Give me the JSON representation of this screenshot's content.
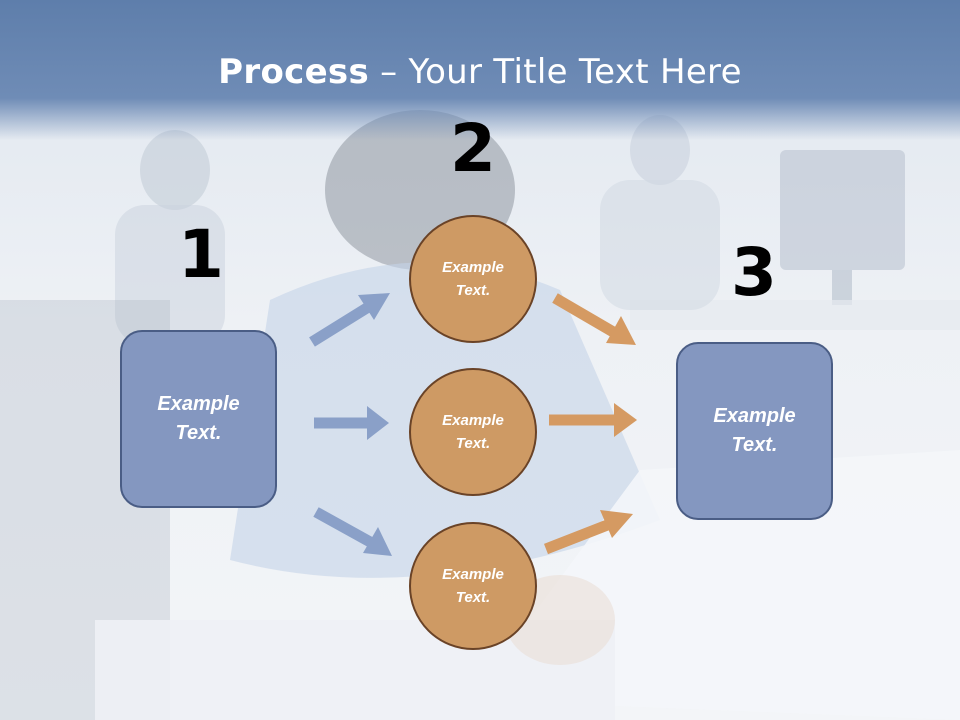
{
  "slide": {
    "title_bold": "Process",
    "title_rest": " – Your Title Text Here"
  },
  "steps": {
    "one": "1",
    "two": "2",
    "three": "3"
  },
  "box_left": {
    "text": "Example\nText."
  },
  "box_right": {
    "text": "Example\nText."
  },
  "circles": [
    {
      "text": "Example\nText."
    },
    {
      "text": "Example\nText."
    },
    {
      "text": "Example\nText."
    }
  ],
  "colors": {
    "title_band": "#6f8cb6",
    "box_fill": "#8497c0",
    "box_border": "#4a5d85",
    "circle_fill": "#ce9a64",
    "circle_border": "#6a4327",
    "arrow_blue": "#8aa0c8",
    "arrow_orange": "#d59a62"
  }
}
